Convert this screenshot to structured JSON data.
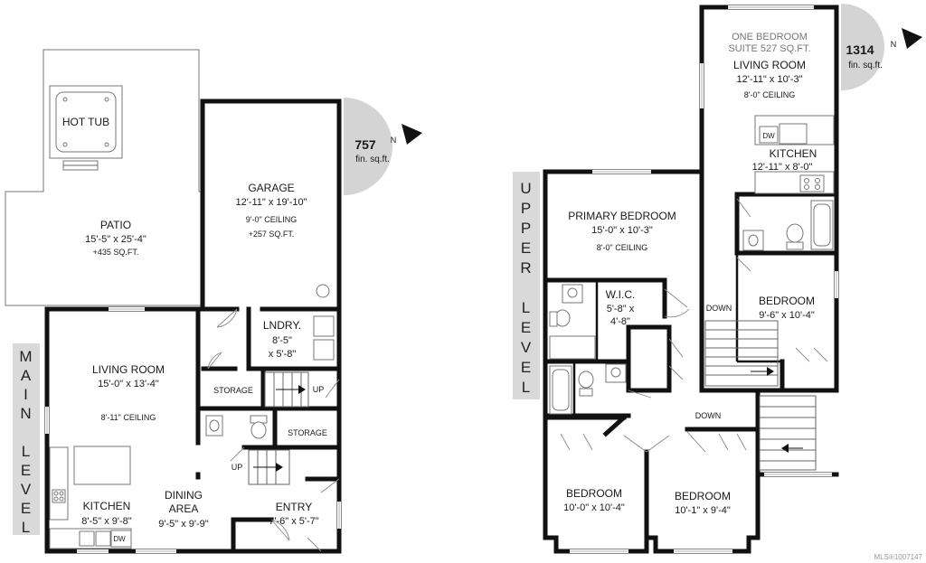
{
  "main_level": {
    "level_label": [
      "M",
      "A",
      "I",
      "N",
      "",
      "L",
      "E",
      "V",
      "E",
      "L"
    ],
    "area": {
      "value": "757",
      "unit": "fin. sq.ft.",
      "north": "N"
    },
    "rooms": {
      "hot_tub": "HOT TUB",
      "patio": {
        "name": "PATIO",
        "dims": "15'-5\" x 25'-4\"",
        "extra": "+435 SQ.FT."
      },
      "garage": {
        "name": "GARAGE",
        "dims": "12'-11\" x 19'-10\"",
        "ceiling": "9'-0\" CEILING",
        "extra": "+257 SQ.FT."
      },
      "living": {
        "name": "LIVING ROOM",
        "dims": "15'-0\" x 13'-4\"",
        "ceiling": "8'-11\" CEILING"
      },
      "laundry": {
        "name": "LNDRY.",
        "dims1": "8'-5\"",
        "dims2": "x 5'-8\""
      },
      "storage1": "STORAGE",
      "storage2": "STORAGE",
      "up1": "UP",
      "up2": "UP",
      "kitchen": {
        "name": "KITCHEN",
        "dims": "8'-5\" x 9'-8\""
      },
      "dw": "DW",
      "dining": {
        "name": "DINING",
        "name2": "AREA",
        "dims": "9'-5\" x 9'-9\""
      },
      "entry": {
        "name": "ENTRY",
        "dims": "7'-6\" x 5'-7\""
      }
    }
  },
  "upper_level": {
    "level_label": [
      "U",
      "P",
      "P",
      "E",
      "R",
      "",
      "L",
      "E",
      "V",
      "E",
      "L"
    ],
    "area": {
      "value": "1314",
      "unit": "fin. sq.ft.",
      "north": "N"
    },
    "rooms": {
      "suite": {
        "line1": "ONE BEDROOM",
        "line2": "SUITE 527 SQ.FT."
      },
      "suite_living": {
        "name": "LIVING ROOM",
        "dims": "12'-11\" x 10'-3\"",
        "ceiling": "8'-0\" CEILING"
      },
      "dw": "DW",
      "suite_kitchen": {
        "name": "KITCHEN",
        "dims": "12'-11\" x 8'-0\""
      },
      "primary": {
        "name": "PRIMARY BEDROOM",
        "dims": "15'-0\" x 10'-3\"",
        "ceiling": "8'-0\" CEILING"
      },
      "wic": {
        "name": "W.I.C.",
        "dims1": "5'-8\" x",
        "dims2": "4'-8\""
      },
      "down1": "DOWN",
      "down2": "DOWN",
      "suite_bedroom": {
        "name": "BEDROOM",
        "dims": "9'-6\" x 10'-4\""
      },
      "bedroom2": {
        "name": "BEDROOM",
        "dims": "10'-0\" x 10'-4\""
      },
      "bedroom3": {
        "name": "BEDROOM",
        "dims": "10'-1\" x 9'-4\""
      }
    }
  },
  "watermark": "MLS®1007147"
}
